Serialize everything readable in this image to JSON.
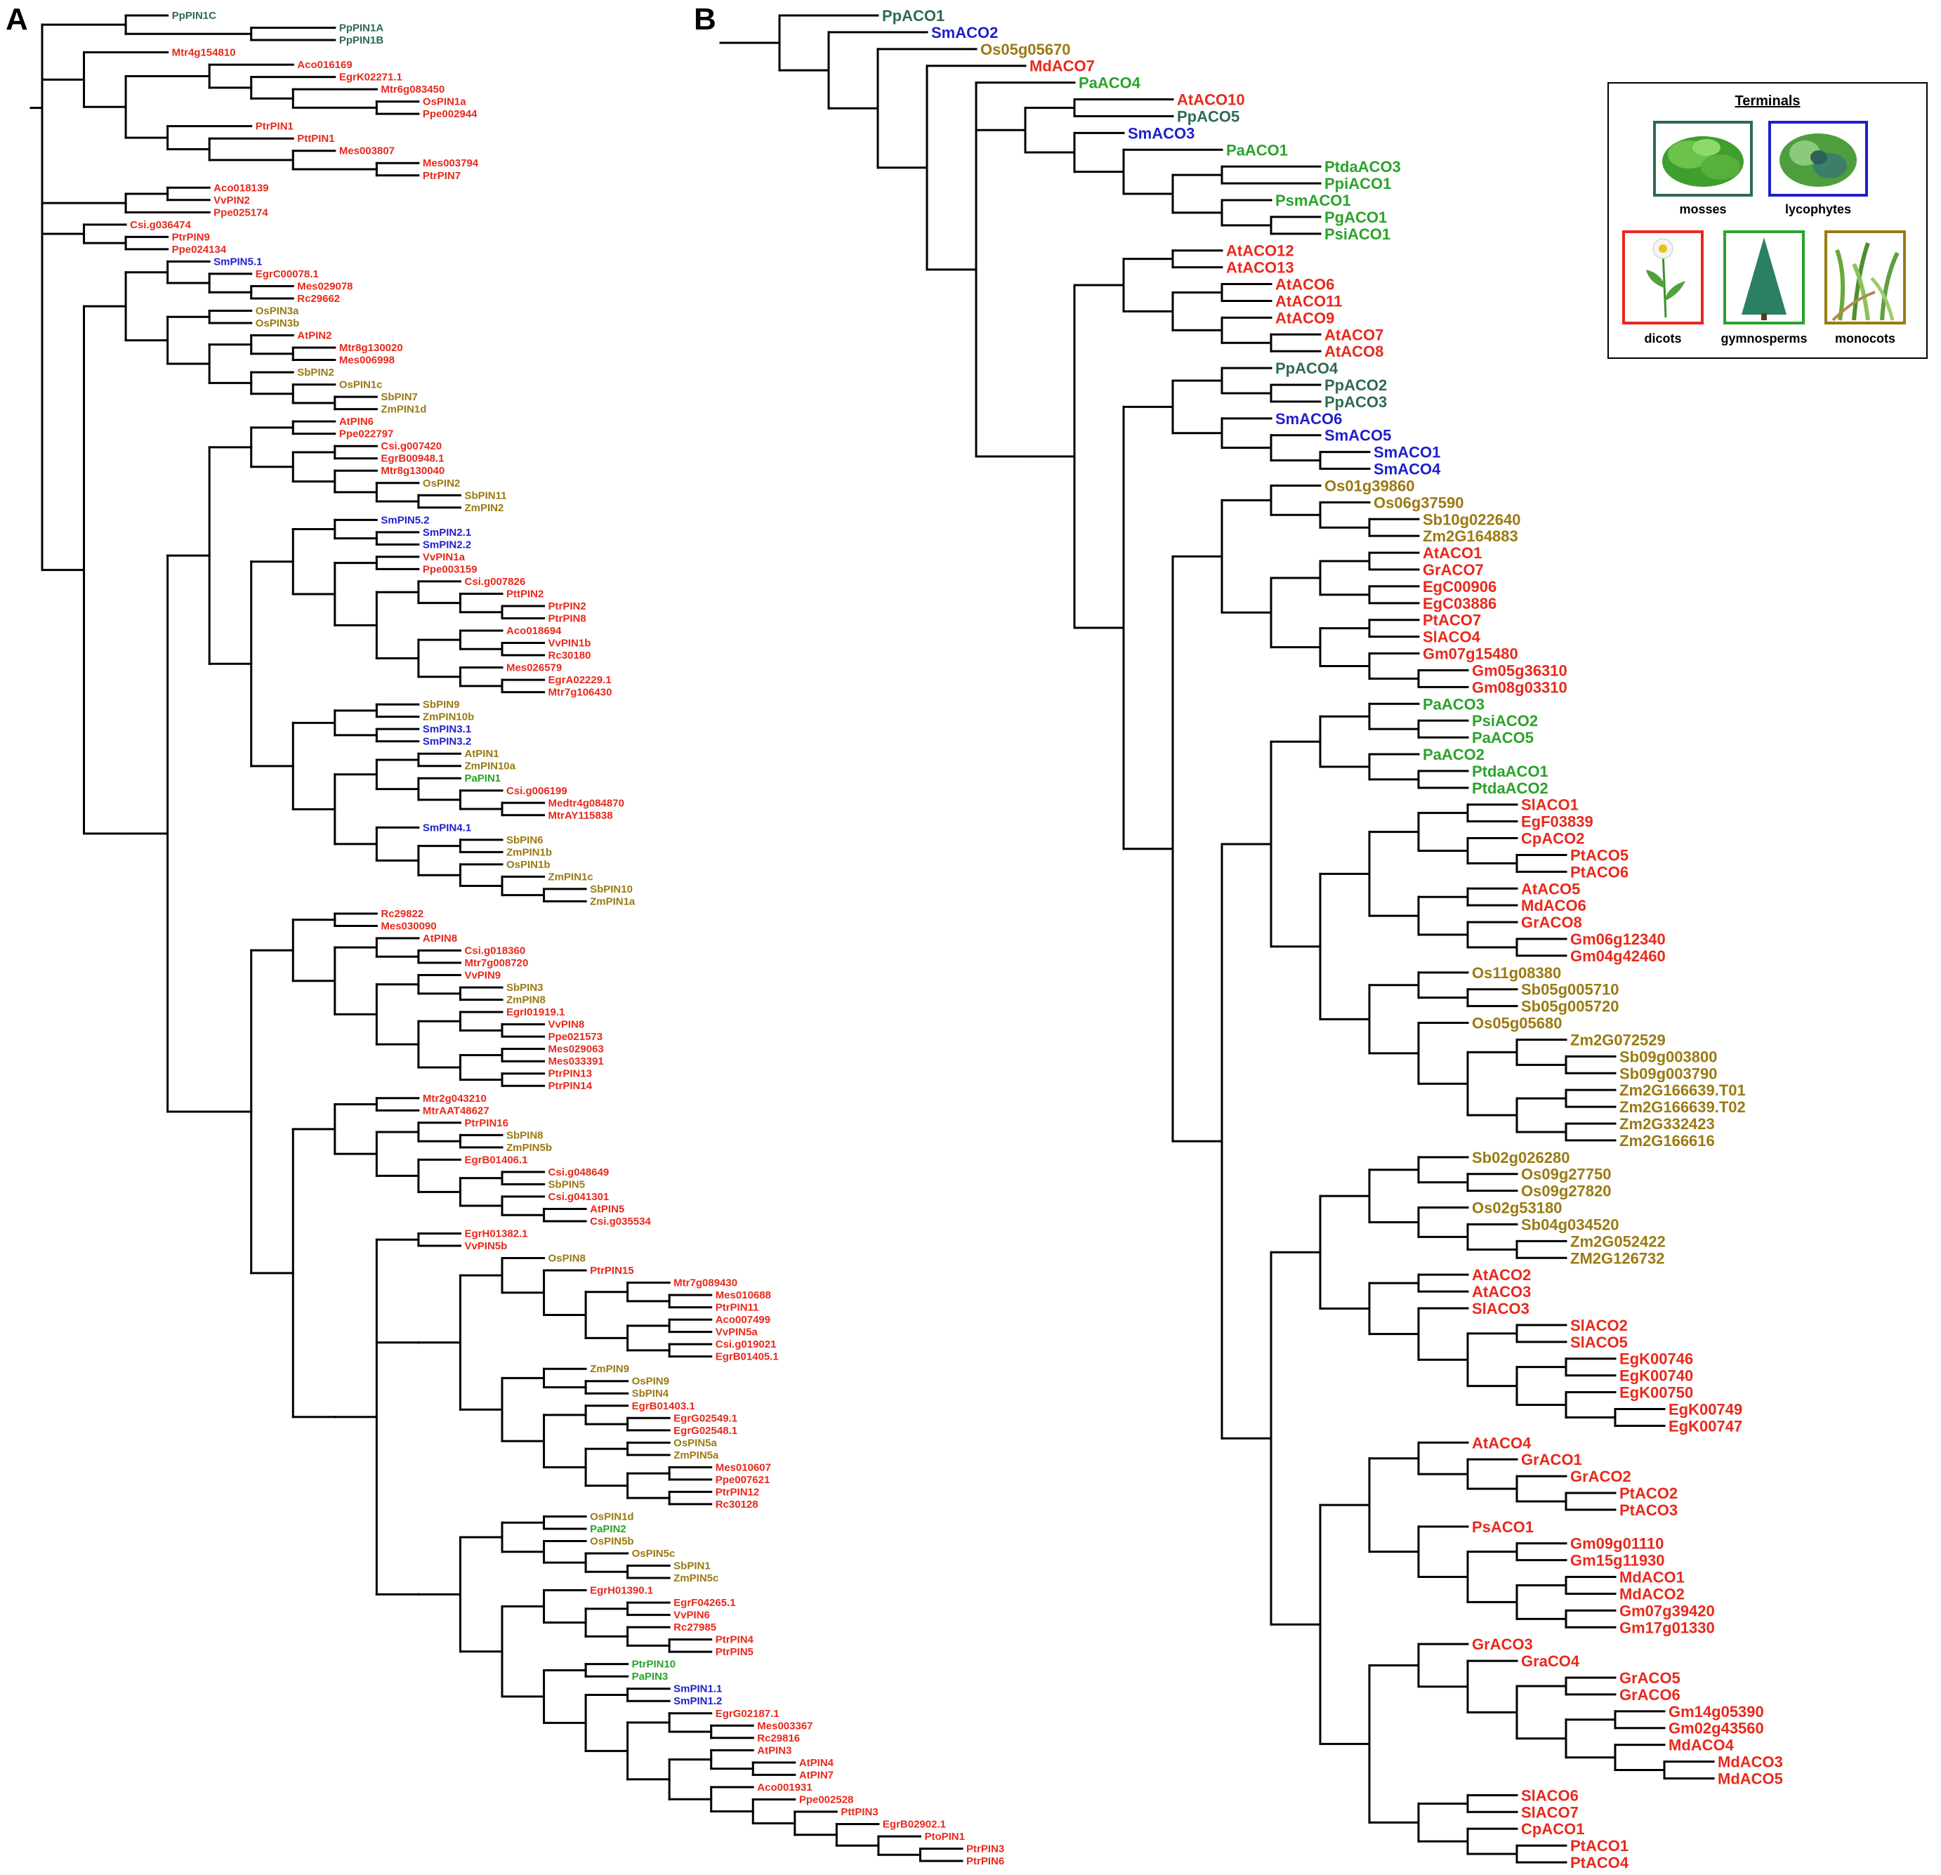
{
  "panels": [
    {
      "id": "A",
      "letter": "A"
    },
    {
      "id": "B",
      "letter": "B"
    }
  ],
  "colors": {
    "mosses": "#2e6b4f",
    "lycophytes": "#1f1fcc",
    "dicots": "#e8291c",
    "gymnosperms": "#2aa32a",
    "monocots": "#9a7a12"
  },
  "legend": {
    "title": "Terminals",
    "items": [
      {
        "key": "mosses",
        "label": "mosses",
        "icon": "moss-icon"
      },
      {
        "key": "lycophytes",
        "label": "lycophytes",
        "icon": "lycophyte-icon"
      },
      {
        "key": "dicots",
        "label": "dicots",
        "icon": "dicot-flower-icon"
      },
      {
        "key": "gymnosperms",
        "label": "gymnosperms",
        "icon": "conifer-icon"
      },
      {
        "key": "monocots",
        "label": "monocots",
        "icon": "grass-icon"
      }
    ]
  },
  "treeA": [
    "((PpPIN1C:1,(PpPIN1A:2,PpPIN1B:2):3):2,((Mtr4g154810:2,((Aco016169:2,(EgrK02271.1:2,(Mtr6g083450:2,(OsPIN1a:1,Ppe002944:1):2):1):1):2,(PtrPIN1:2,(PttPIN1:2,(Mes003807:1,(Mes003794:1,PtrPIN7:1):2):2):1):1):1):1,(((Aco018139:1,VvPIN2:1):1,Ppe025174:2):2,((Csi.g036474:1,(PtrPIN9:1,Ppe024134:1):1):1,(((SmPIN5.1:1,(EgrC00078.1:1,(Mes029078:1,Rc29662:1):1):1):1,((OsPIN3a:1,OsPIN3b:1):1,((AtPIN2:1,(Mtr8g130020:1,Mes006998:1):1):1,(SbPIN2:1,(OsPIN1c:1,(SbPIN7:1,ZmPIN1d:1):1):1):1):1):1):1,(((((AtPIN6:1,Ppe022797:1):1,((Csi.g007420:1,EgrB00948.1:1):1,(Mtr8g130040:1,(OsPIN2:1,(SbPIN11:1,ZmPIN2:1):1):1):1):1):1,(((SmPIN5.2:1,(SmPIN2.1:1,SmPIN2.2:1):1):1,((VvPIN1a:1,Ppe003159:1):1,((Csi.g007826:1,(PttPIN2:1,(PtrPIN2:1,PtrPIN8:1):1):1):1,((Aco018694:1,(VvPIN1b:1,Rc30180:1):1):1,(Mes026579:1,(EgrA02229.1:1,Mtr7g106430:1):1):1):1):1):1):1,(((SbPIN9:1,ZmPIN10b:1):1,(SmPIN3.1:1,SmPIN3.2:1):1):1,(((AtPIN1:1,ZmPIN10a:1):1,(PaPIN1:1,(Csi.g006199:1,(Medtr4g084870:1,MtrAY115838:1):1):1):1):1,(SmPIN4.1:1,((SbPIN6:1,ZmPIN1b:1):1,(OsPIN1b:1,(ZmPIN1c:1,(SbPIN10:1,ZmPIN1a:1):1):1):1):1):1):1):1):1):1,((((Rc29822:1,Mes030090:1):1,((AtPIN8:1,(Csi.g018360:1,Mtr7g008720:1):1):1,((VvPIN9:1,(SbPIN3:1,ZmPIN8:1):1):1,((EgrI01919.1:1,(VvPIN8:1,Ppe021573:1):1):1,((Mes029063:1,Mes033391:1):1,(PtrPIN13:1,PtrPIN14:1):1):1):1):1):1):1,(((Mtr2g043210:1,MtrAAT48627:1):1,((PtrPIN16:1,(SbPIN8:1,ZmPIN5b:1):1):1,(EgrB01406.1:1,((Csi.g048649:1,SbPIN5:1):1,(Csi.g041301:1,(AtPIN5:1,Csi.g035534:1):1):1):1):1):1):1,(((EgrH01382.1:1,VvPIN5b:1):1,(((OsPIN8:1,(PtrPIN15:1,((Mtr7g089430:1,(Mes010688:1,PtrPIN11:1):1):1,((Aco007499:1,VvPIN5a:1):1,(Csi.g019021:1,EgrB01405.1:1):1):1):1):1):1,((ZmPIN9:1,(OsPIN9:1,SbPIN4:1):1):1,((EgrB01403.1:1,(EgrG02549.1:1,EgrG02548.1:1):1):1,((OsPIN5a:1,ZmPIN5a:1):1,((Mes010607:1,Ppe007621:1):1,(PtrPIN12:1,Rc30128:1):1):1):1):1):1):1):1,((((OsPIN1d:1,PaPIN2:1):1,(OsPIN5b:1,(OsPIN5c:1,(SbPIN1:1,ZmPIN5c:1):1):1):1):1,((EgrH01390.1:1,((EgrF04265.1:1,VvPIN6:1):1,(Rc27985:1,(PtrPIN4:1,PtrPIN5:1):1):1):1):1,((PtrPIN10:1,PaPIN3:1):1,((SmPIN1.1:1,SmPIN1.2:1):1,((EgrG02187.1:1,(Mes003367:1,Rc29816:1):1):1,((AtPIN3:1,(AtPIN4:1,AtPIN7:1):1):1,(Aco001931:1,(Ppe002528:1,(PttPIN3:1,(EgrB02902.1:1,(PtoPIN1:1,(PtrPIN3:1,PtrPIN6:1):1):1):1):1):1):1):1):1):1):1):1):1):1):1):1):1):1):1):1):1):1;"
  ],
  "treeB": [
    "((PpACO1:2,(SmACO2:2,(Os05g05670:2,(MdACO7:2,(PaACO4:2,((AtACO10:2,PpACO5:2):1,(SmACO3:1,(PaACO1:2,((PtdaACO3:2,PpiACO1:2):1,(PsmACO1:1,(PgACO1:1,PsiACO1:1):1):1):1):1):1):1,((((AtACO12:1,AtACO13:1):1,((AtACO6:1,AtACO11:1):1,(AtACO9:1,(AtACO7:1,AtACO8:1):1):1):1):1,(((PpACO4:1,(PpACO2:1,PpACO3:1):1):1,(SmACO6:1,(SmACO5:1,(SmACO1:1,SmACO4:1):1):1):1):1,(((Os01g39860:1,(Os06g37590:1,(Sb10g022640:1,Zm2G164883:1):1):1):1,(((AtACO1:1,GrACO7:1):1,(EgC00906:1,EgC03886:1):1):1,((PtACO7:1,SlACO4:1):1,(Gm07g15480:1,(Gm05g36310:1,Gm08g03310:1):1):1):1):1):1,((((PaACO3:1,(PsiACO2:1,PaACO5:1):1):1,(PaACO2:1,(PtdaACO1:1,PtdaACO2:1):1):1):1,((((SlACO1:1,EgF03839:1):1,(CpACO2:1,(PtACO5:1,PtACO6:1):1):1):1,((AtACO5:1,MdACO6:1):1,(GrACO8:1,(Gm06g12340:1,Gm04g42460:1):1):1):1):1,((Os11g08380:1,(Sb05g005710:1,Sb05g005720:1):1):1,(Os05g05680:1,((Zm2G072529:1,(Sb09g003800:1,Sb09g003790:1):1):1,((Zm2G166639.T01:1,Zm2G166639.T02:1):1,(Zm2G332423:1,Zm2G166616:1):1):1):1):1):1):1):1,((((Sb02g026280:1,(Os09g27750:1,Os09g27820:1):1):1,(Os02g53180:1,(Sb04g034520:1,(Zm2G052422:1,ZM2G126732:1):1):1):1):1,((AtACO2:1,AtACO3:1):1,(SlACO3:1,((SlACO2:1,SlACO5:1):1,((EgK00746:1,EgK00740:1):1,(EgK00750:1,(EgK00749:1,EgK00747:1):1):1):1):1):1):1):1,(((AtACO4:1,(GrACO1:1,(GrACO2:1,(PtACO2:1,PtACO3:1):1):1):1):1,(PsACO1:1,((Gm09g01110:1,Gm15g11930:1):1,((MdACO1:1,MdACO2:1):1,(Gm07g39420:1,Gm17g01330:1):1):1):1):1):1,((GrACO3:1,(GraCO4:1,((GrACO5:1,GrACO6:1):1,((Gm14g05390:1,Gm02g43560:1):1,(MdACO4:1,(MdACO3:1,MdACO5:1):1):1):1):1):1):1,((SlACO6:1,SlACO7:1):1,(CpACO1:1,(PtACO1:1,PtACO4:1):1):1):1):1):1):1):1):1):1):1):1):1):1):1):1):1):1);"
  ],
  "leafGroupsA": {
    "mosses": [
      "PpPIN1C",
      "PpPIN1A",
      "PpPIN1B"
    ],
    "lycophytes": [
      "SmPIN5.1",
      "SmPIN5.2",
      "SmPIN2.1",
      "SmPIN2.2",
      "SmPIN3.1",
      "SmPIN3.2",
      "SmPIN4.1",
      "SmPIN1.1",
      "SmPIN1.2"
    ],
    "gymnosperms": [
      "PaPIN1",
      "PaPIN2",
      "PaPIN3",
      "PtrPIN10"
    ],
    "monocots": [
      "OsPIN3a",
      "OsPIN3b",
      "SbPIN2",
      "OsPIN1c",
      "SbPIN7",
      "ZmPIN1d",
      "OsPIN2",
      "SbPIN11",
      "ZmPIN2",
      "SbPIN9",
      "ZmPIN10b",
      "AtPIN1",
      "ZmPIN10a",
      "SbPIN6",
      "ZmPIN1b",
      "OsPIN1b",
      "ZmPIN1c",
      "SbPIN10",
      "ZmPIN1a",
      "SbPIN3",
      "ZmPIN8",
      "SbPIN8",
      "ZmPIN5b",
      "SbPIN5",
      "OsPIN8",
      "ZmPIN9",
      "OsPIN9",
      "SbPIN4",
      "OsPIN5a",
      "ZmPIN5a",
      "OsPIN1d",
      "OsPIN5b",
      "OsPIN5c",
      "SbPIN1",
      "ZmPIN5c"
    ]
  },
  "leafGroupsB": {
    "mosses": [
      "PpACO1",
      "PpACO5",
      "PpACO4",
      "PpACO2",
      "PpACO3"
    ],
    "lycophytes": [
      "SmACO2",
      "SmACO3",
      "SmACO6",
      "SmACO5",
      "SmACO1",
      "SmACO4"
    ],
    "gymnosperms": [
      "PaACO4",
      "PaACO1",
      "PtdaACO3",
      "PpiACO1",
      "PsmACO1",
      "PgACO1",
      "PsiACO1",
      "PaACO3",
      "PsiACO2",
      "PaACO5",
      "PaACO2",
      "PtdaACO1",
      "PtdaACO2"
    ],
    "monocots": [
      "Os05g05670",
      "Os01g39860",
      "Os06g37590",
      "Sb10g022640",
      "Zm2G164883",
      "Os11g08380",
      "Sb05g005710",
      "Sb05g005720",
      "Os05g05680",
      "Zm2G072529",
      "Sb09g003800",
      "Sb09g003790",
      "Zm2G166639.T01",
      "Zm2G166639.T02",
      "Zm2G332423",
      "Zm2G166616",
      "Sb02g026280",
      "Os09g27750",
      "Os09g27820",
      "Os02g53180",
      "Sb04g034520",
      "Zm2G052422",
      "ZM2G126732"
    ]
  }
}
